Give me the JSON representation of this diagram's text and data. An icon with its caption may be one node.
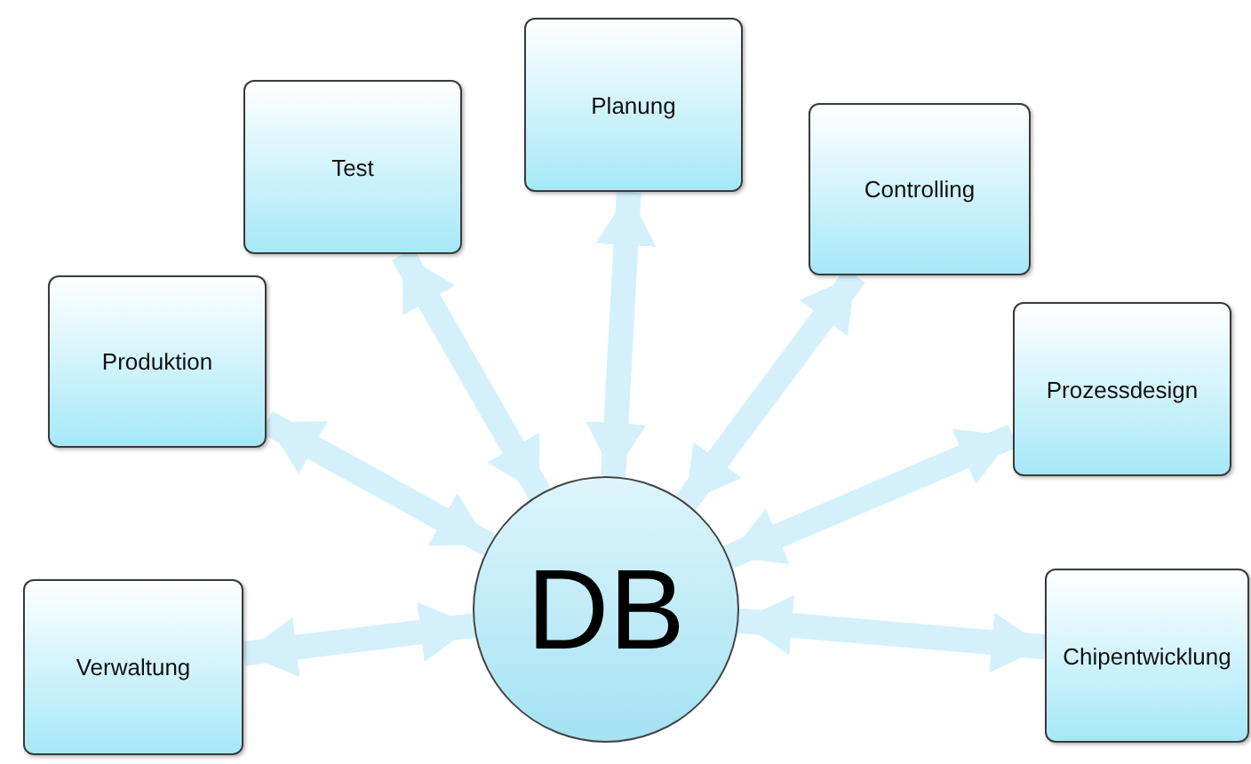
{
  "diagram": {
    "nodes": [
      {
        "text": [
          "Planung"
        ]
      },
      {
        "text": [
          "Test"
        ]
      },
      {
        "text": [
          "Controlling"
        ]
      },
      {
        "text": [
          "Produktion"
        ]
      },
      {
        "text": [
          "Prozessdesign"
        ]
      },
      {
        "text": [
          "Verwaltung"
        ]
      },
      {
        "text": [
          "Chipentwicklung"
        ]
      },
      {
        "text": [
          "DB"
        ]
      }
    ],
    "edges": [
      {
        "from": 7,
        "to": 0,
        "arrow": "both"
      },
      {
        "from": 7,
        "to": 1,
        "arrow": "both"
      },
      {
        "from": 7,
        "to": 2,
        "arrow": "both"
      },
      {
        "from": 7,
        "to": 3,
        "arrow": "both"
      },
      {
        "from": 7,
        "to": 4,
        "arrow": "both"
      },
      {
        "from": 7,
        "to": 5,
        "arrow": "both"
      },
      {
        "from": 7,
        "to": 6,
        "arrow": "both"
      }
    ]
  }
}
